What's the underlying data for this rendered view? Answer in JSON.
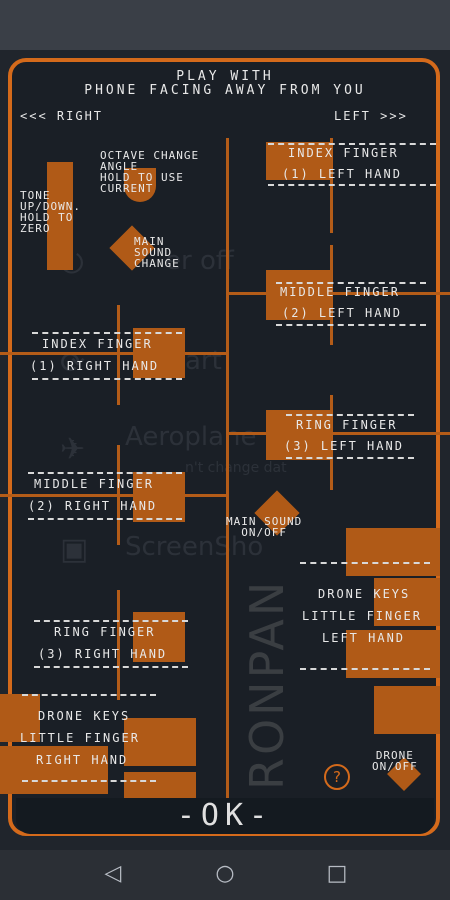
{
  "header": {
    "line1": "PLAY WITH",
    "line2": "PHONE FACING AWAY FROM YOU",
    "right_side": "<<< RIGHT",
    "left_side": "LEFT >>>"
  },
  "labels": {
    "octave": "OCTAVE CHANGE\nANGLE\nHOLD TO USE\nCURRENT",
    "tone": "TONE\nUP/DOWN.\nHOLD TO\nZERO",
    "main_sound_change": "MAIN\nSOUND\nCHANGE",
    "main_sound_onoff": "MAIN SOUND\nON/OFF",
    "drone_onoff": "DRONE\nON/OFF"
  },
  "left_hand": {
    "index": {
      "title": "INDEX FINGER",
      "sub": "(1) LEFT HAND"
    },
    "middle": {
      "title": "MIDDLE FINGER",
      "sub": "(2) LEFT HAND"
    },
    "ring": {
      "title": "RING FINGER",
      "sub": "(3) LEFT HAND"
    },
    "drone": {
      "title": "DRONE KEYS",
      "mid": "LITTLE FINGER",
      "sub": "LEFT HAND"
    }
  },
  "right_hand": {
    "index": {
      "title": "INDEX FINGER",
      "sub": "(1) RIGHT HAND"
    },
    "middle": {
      "title": "MIDDLE FINGER",
      "sub": "(2) RIGHT HAND"
    },
    "ring": {
      "title": "RING FINGER",
      "sub": "(3) RIGHT HAND"
    },
    "drone": {
      "title": "DRONE KEYS",
      "mid": "LITTLE FINGER",
      "sub": "RIGHT HAND"
    }
  },
  "background_menu": {
    "item1": "er off",
    "item2": "art",
    "item3": "Aeroplane m",
    "item3_sub": "n't change dat",
    "item4": "ScreenSho"
  },
  "watermark": "RONPAN",
  "ok_label": "-OK-",
  "help_glyph": "?",
  "nav": {
    "back": "◁",
    "home": "○",
    "recents": "□"
  },
  "colors": {
    "accent": "#d46a1b",
    "block": "#b05a17"
  }
}
